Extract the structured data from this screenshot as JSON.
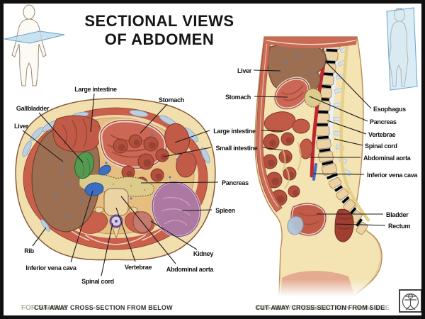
{
  "poster": {
    "title_line1": "SECTIONAL VIEWS",
    "title_line2": "OF ABDOMEN"
  },
  "captions": {
    "left": "CUT-AWAY CROSS-SECTION FROM BELOW",
    "right": "CUT-AWAY CROSS-SECTION FROM SIDE",
    "watermark": "FOR SAMPLE"
  },
  "labels": {
    "left_diagram": [
      {
        "text": "Large intestine"
      },
      {
        "text": "Stomach"
      },
      {
        "text": "Gallbladder"
      },
      {
        "text": "Liver"
      },
      {
        "text": "Rib"
      },
      {
        "text": "Inferior vena cava"
      },
      {
        "text": "Spinal cord"
      },
      {
        "text": "Vertebrae"
      },
      {
        "text": "Abdominal aorta"
      },
      {
        "text": "Kidney"
      }
    ],
    "middle": [
      {
        "text": "Liver"
      },
      {
        "text": "Stomach"
      },
      {
        "text": "Large intestine"
      },
      {
        "text": "Small intestine"
      },
      {
        "text": "Pancreas"
      },
      {
        "text": "Spleen"
      }
    ],
    "right_diagram": [
      {
        "text": "Esophagus"
      },
      {
        "text": "Pancreas"
      },
      {
        "text": "Vertebrae"
      },
      {
        "text": "Spinal cord"
      },
      {
        "text": "Abdominal aorta"
      },
      {
        "text": "Inferior vena cava"
      },
      {
        "text": "Bladder"
      },
      {
        "text": "Rectum"
      }
    ]
  },
  "colors": {
    "fat": "#F2DFAE",
    "cavity": "#E7BE7F",
    "muscle": "#C9604C",
    "liver": "#9C6F53",
    "stomach": "#CB6754",
    "intestine_large": "#C25A48",
    "intestine_small": "#B5503F",
    "pancreas": "#DCCB8B",
    "spleen": "#AD79A2",
    "gallbladder": "#55984F",
    "kidney": "#C67A6E",
    "vein": "#3C6FC2",
    "artery": "#C1272D",
    "bone": "#EBD3A4",
    "rib": "#BCCFE2",
    "plane": "#BCDCEF",
    "body_fill": "#F4E4B4"
  }
}
